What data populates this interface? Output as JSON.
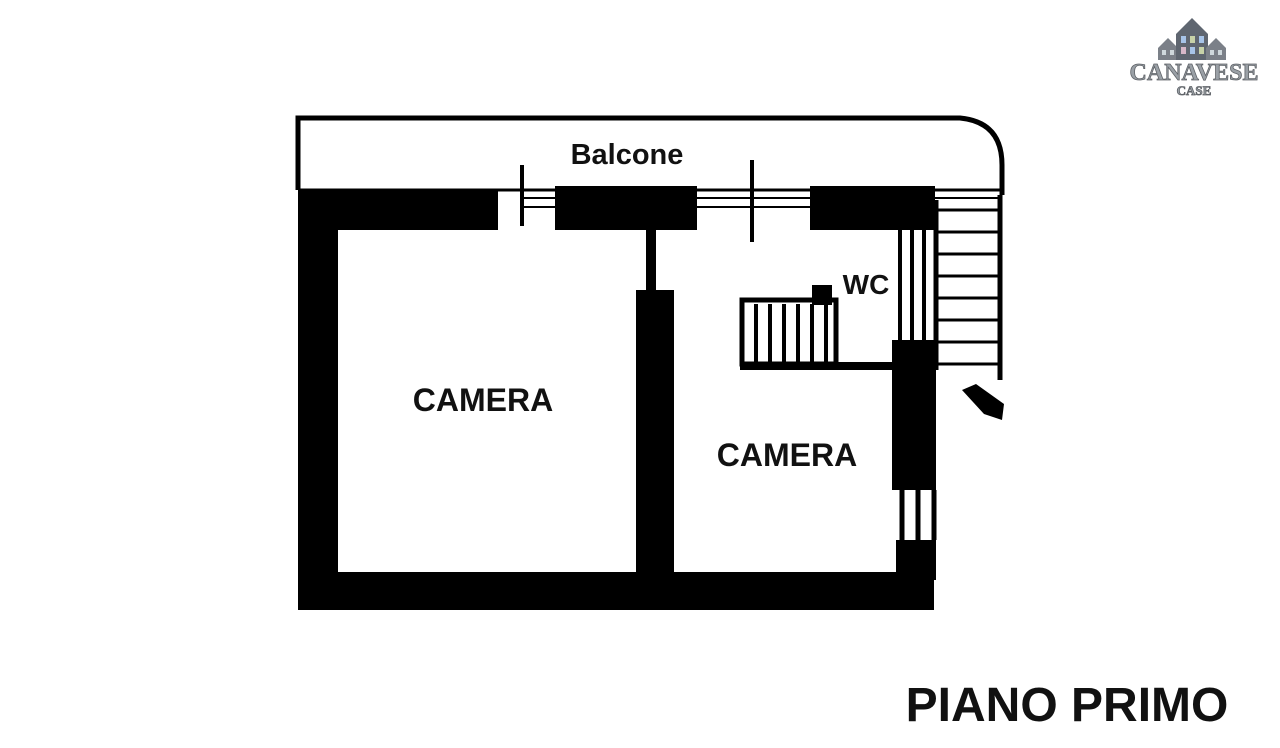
{
  "logo": {
    "name": "CANAVESE",
    "subtitle": "CASE",
    "icon": "houses-icon",
    "colors": {
      "roof": "#6b7280",
      "window_light": "#cfd8dc",
      "text_fill": "#9aa0a6"
    }
  },
  "rooms": {
    "balcony": "Balcone",
    "left_room": "CAMERA",
    "right_room": "CAMERA",
    "bathroom": "WC"
  },
  "floor_title": "PIANO PRIMO",
  "colors": {
    "wall": "#000000",
    "background": "#ffffff",
    "text": "#111111"
  }
}
